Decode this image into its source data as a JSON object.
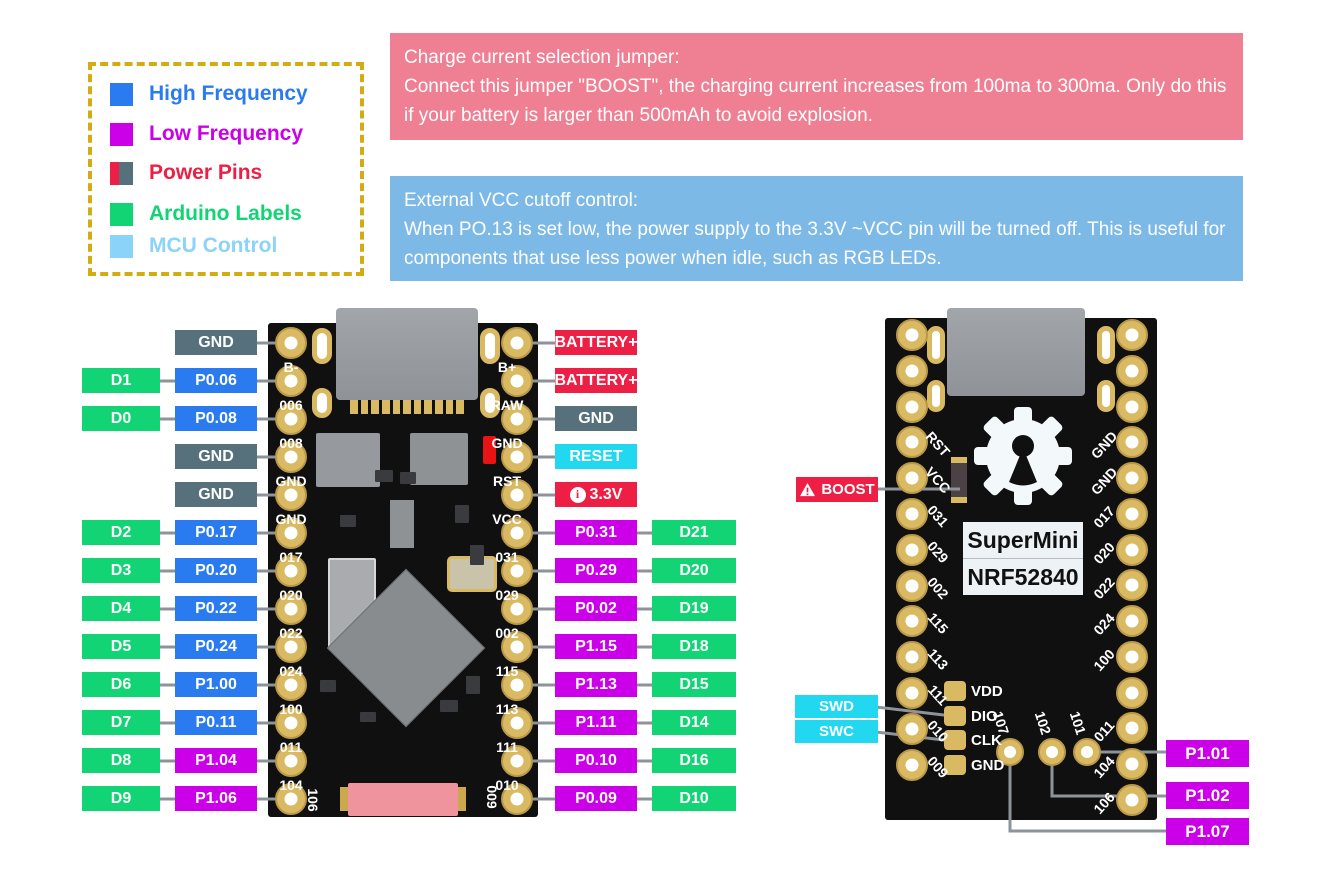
{
  "legend": {
    "items": [
      {
        "label": "High Frequency",
        "color": "#2b7bf0"
      },
      {
        "label": "Low Frequency",
        "color": "#cb00e8"
      },
      {
        "label": "Power Pins",
        "color": "#ee1f45",
        "color2": "#56707c"
      },
      {
        "label": "Arduino Labels",
        "color": "#12d475"
      },
      {
        "label": "MCU Control",
        "color": "#8bd3f8"
      }
    ]
  },
  "notes": {
    "charge": {
      "title": "Charge current selection jumper:",
      "body": "Connect this jumper \"BOOST\", the charging current increases from 100ma to 300ma. Only do this if your battery is larger than 500mAh to avoid explosion.",
      "bg": "#ef8094"
    },
    "vcc": {
      "title": "External VCC cutoff control:",
      "body": "When PO.13 is set low, the power supply to the 3.3V ~VCC pin will be turned off. This is useful for components that use less power when idle, such as RGB LEDs.",
      "bg": "#7cb9e6"
    }
  },
  "front_board": {
    "left_rows": [
      {
        "arduino": "",
        "pin": "GND",
        "type": "gnd",
        "silk": "B-"
      },
      {
        "arduino": "D1",
        "pin": "P0.06",
        "type": "hf",
        "silk": "006"
      },
      {
        "arduino": "D0",
        "pin": "P0.08",
        "type": "hf",
        "silk": "008"
      },
      {
        "arduino": "",
        "pin": "GND",
        "type": "gnd",
        "silk": "GND"
      },
      {
        "arduino": "",
        "pin": "GND",
        "type": "gnd",
        "silk": "GND"
      },
      {
        "arduino": "D2",
        "pin": "P0.17",
        "type": "hf",
        "silk": "017"
      },
      {
        "arduino": "D3",
        "pin": "P0.20",
        "type": "hf",
        "silk": "020"
      },
      {
        "arduino": "D4",
        "pin": "P0.22",
        "type": "hf",
        "silk": "022"
      },
      {
        "arduino": "D5",
        "pin": "P0.24",
        "type": "hf",
        "silk": "024"
      },
      {
        "arduino": "D6",
        "pin": "P1.00",
        "type": "hf",
        "silk": "100"
      },
      {
        "arduino": "D7",
        "pin": "P0.11",
        "type": "hf",
        "silk": "011"
      },
      {
        "arduino": "D8",
        "pin": "P1.04",
        "type": "lf",
        "silk": "104"
      },
      {
        "arduino": "D9",
        "pin": "P1.06",
        "type": "lf",
        "silk": "106",
        "silk_rot": true
      }
    ],
    "right_rows": [
      {
        "arduino": "",
        "pin": "BATTERY+",
        "type": "pwr",
        "silk": "B+"
      },
      {
        "arduino": "",
        "pin": "BATTERY+",
        "type": "pwr",
        "silk": "RAW"
      },
      {
        "arduino": "",
        "pin": "GND",
        "type": "gnd",
        "silk": "GND"
      },
      {
        "arduino": "",
        "pin": "RESET",
        "type": "mcu",
        "silk": "RST"
      },
      {
        "arduino": "",
        "pin": "3.3V",
        "type": "pwr",
        "silk": "VCC",
        "info": true
      },
      {
        "arduino": "D21",
        "pin": "P0.31",
        "type": "lf",
        "silk": "031"
      },
      {
        "arduino": "D20",
        "pin": "P0.29",
        "type": "lf",
        "silk": "029"
      },
      {
        "arduino": "D19",
        "pin": "P0.02",
        "type": "lf",
        "silk": "002"
      },
      {
        "arduino": "D18",
        "pin": "P1.15",
        "type": "lf",
        "silk": "115"
      },
      {
        "arduino": "D15",
        "pin": "P1.13",
        "type": "lf",
        "silk": "113"
      },
      {
        "arduino": "D14",
        "pin": "P1.11",
        "type": "lf",
        "silk": "111"
      },
      {
        "arduino": "D16",
        "pin": "P0.10",
        "type": "lf",
        "silk": "010"
      },
      {
        "arduino": "D10",
        "pin": "P0.09",
        "type": "lf",
        "silk": "009",
        "silk_rot": true
      }
    ]
  },
  "back_board": {
    "title_line1": "SuperMini",
    "title_line2": "NRF52840",
    "left_silk": [
      "RST",
      "VCC",
      "031",
      "029",
      "002",
      "115",
      "113",
      "111",
      "010",
      "009"
    ],
    "right_silk": [
      "GND",
      "GND",
      "017",
      "020",
      "022",
      "024",
      "100",
      "011",
      "104",
      "106"
    ],
    "bottom_silk": [
      "107",
      "102",
      "101"
    ],
    "sw_pads": [
      "VDD",
      "DIO",
      "CLK",
      "GND"
    ],
    "boost_label": "BOOST",
    "swd_label": "SWD",
    "swc_label": "SWC",
    "p101": "P1.01",
    "p102": "P1.02",
    "p107": "P1.07"
  }
}
